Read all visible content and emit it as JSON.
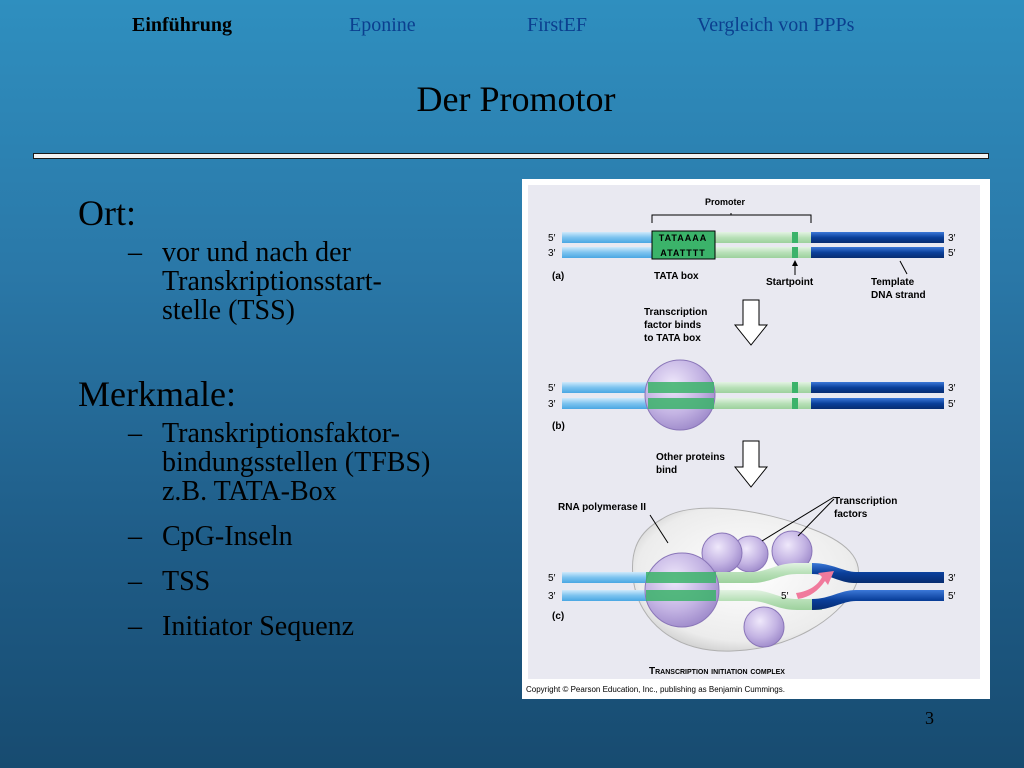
{
  "nav": {
    "items": [
      "Einführung",
      "Eponine",
      "FirstEF",
      "Vergleich von PPPs"
    ]
  },
  "title": "Der Promotor",
  "sections": [
    {
      "heading": "Ort:",
      "items": [
        "vor und nach der Transkriptionsstart-stelle (TSS)"
      ]
    },
    {
      "heading": "Merkmale:",
      "items": [
        "Transkriptionsfaktor-bindungsstellen (TFBS) z.B. TATA-Box",
        "CpG-Inseln",
        "TSS",
        "Initiator Sequenz"
      ]
    }
  ],
  "lines": {
    "ort_1": "vor und nach der",
    "ort_2": "Transkriptionsstart-",
    "ort_3": "stelle (TSS)",
    "m1_1": "Transkriptionsfaktor-",
    "m1_2": "bindungsstellen (TFBS)",
    "m1_3": "z.B. TATA-Box"
  },
  "figure": {
    "promoter": "Promoter",
    "tata_top": "TATAAAA",
    "tata_bottom": "ATATTTT",
    "prime5": "5′",
    "prime3": "3′",
    "label_a": "(a)",
    "label_b": "(b)",
    "label_c": "(c)",
    "tata_box": "TATA box",
    "startpoint": "Startpoint",
    "template_1": "Template",
    "template_2": "DNA strand",
    "tf_binds_1": "Transcription",
    "tf_binds_2": "factor binds",
    "tf_binds_3": "to TATA box",
    "other_1": "Other proteins",
    "other_2": "bind",
    "rna_pol": "RNA polymerase II",
    "tfs_1": "Transcription",
    "tfs_2": "factors",
    "complex": "Transcription initiation complex",
    "copyright": "Copyright © Pearson Education, Inc., publishing as Benjamin Cummings."
  },
  "page_number": "3",
  "colors": {
    "dna_light": "#7cc3ef",
    "promoter_green": "#b8e0b8",
    "tata_green": "#3bb36a",
    "dna_dark": "#0a3f9a",
    "protein": "#b9a6dc",
    "rna": "#f07a9c",
    "nav_link": "#0b3f8f"
  }
}
